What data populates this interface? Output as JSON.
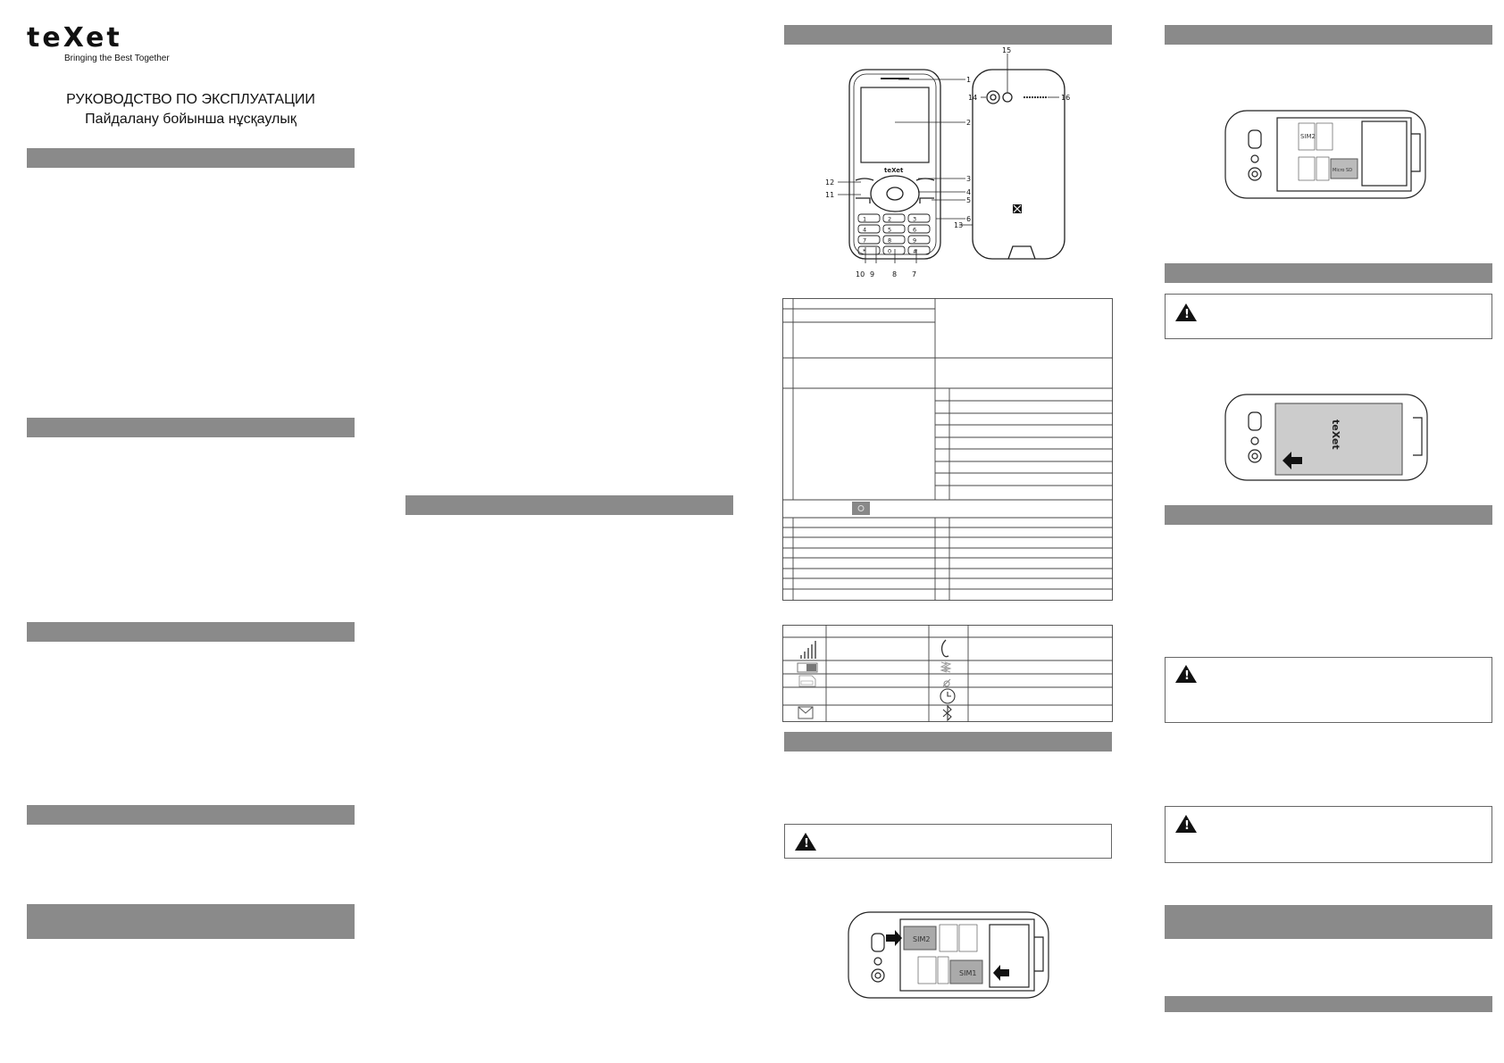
{
  "header": {
    "logo": "teXet",
    "tagline": "Bringing the Best Together",
    "title_ru": "РУКОВОДСТВО ПО ЭКСПЛУАТАЦИИ",
    "title_kz": "Пайдалану бойынша нұсқаулық"
  },
  "diagram": {
    "callouts": [
      "1",
      "2",
      "3",
      "4",
      "5",
      "6",
      "7",
      "8",
      "9",
      "10",
      "11",
      "12",
      "13",
      "14",
      "15",
      "16"
    ],
    "keys": [
      "1",
      "2",
      "3",
      "4",
      "5",
      "6",
      "7",
      "8",
      "9",
      "*",
      "0",
      "#"
    ],
    "front_logo": "teXet",
    "battery_logo": "teXet",
    "sim_labels": [
      "SIM2",
      "SIM1"
    ],
    "microsd_label": "Micro SD"
  },
  "icons": {
    "signal": "signal-icon",
    "battery": "battery-icon",
    "sim": "sim-icon",
    "message": "envelope-icon",
    "call": "phone-handset-icon",
    "vibrate": "vibrate-icon",
    "missed": "missed-call-icon",
    "alarm": "clock-icon",
    "bluetooth": "bluetooth-icon"
  },
  "colors": {
    "section_bar": "#8a8a8a",
    "border": "#666666"
  }
}
